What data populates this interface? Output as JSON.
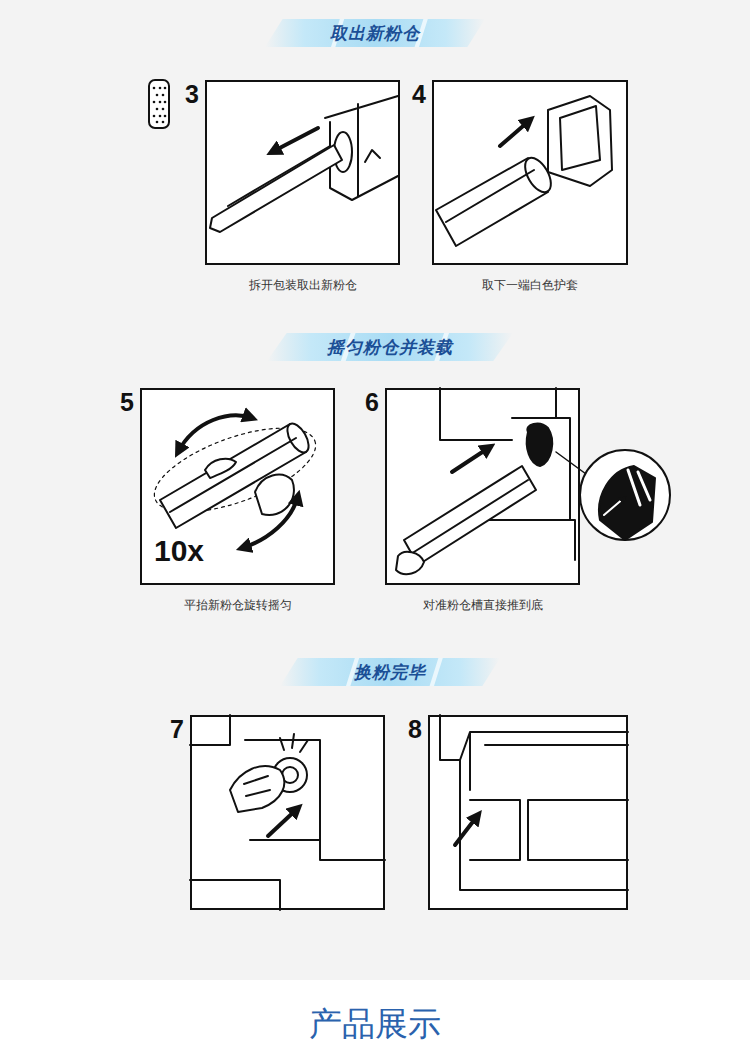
{
  "diagram": {
    "nodes": [
      {
        "text": [
          "取出新粉仓"
        ]
      },
      {
        "text": [
          "3",
          "拆开包装取出新粉仓"
        ]
      },
      {
        "text": [
          "4",
          "取下一端白色护套"
        ]
      },
      {
        "text": [
          "摇匀粉仓并装载"
        ]
      },
      {
        "text": [
          "5",
          "平抬新粉仓旋转摇匀"
        ]
      },
      {
        "text": [
          "6",
          "对准粉仓槽直接推到底"
        ]
      },
      {
        "text": [
          "换粉完毕"
        ]
      },
      {
        "text": [
          "7"
        ]
      },
      {
        "text": [
          "8"
        ]
      }
    ],
    "labels": [
      "10x",
      "产品展示"
    ]
  }
}
